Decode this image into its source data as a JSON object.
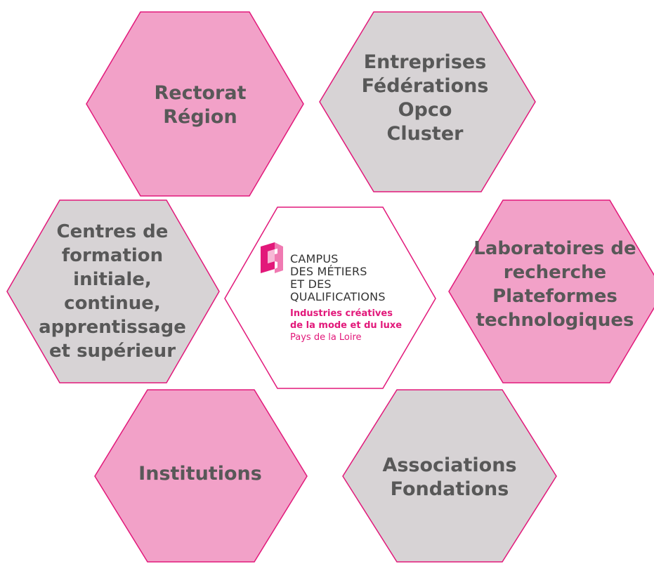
{
  "hexagons": {
    "top_left": {
      "text": "Rectorat\nRégion",
      "fill": "#f2a1c8"
    },
    "top_right": {
      "text": "Entreprises\nFédérations\nOpco\nCluster",
      "fill": "#d7d3d5"
    },
    "middle_left": {
      "text": "Centres de\nformation\ninitiale,\ncontinue,\napprentissage\net supérieur",
      "fill": "#d7d3d5"
    },
    "center": {
      "fill": "#ffffff"
    },
    "middle_right": {
      "text": "Laboratoires de\nrecherche\nPlateformes\ntechnologiques",
      "fill": "#f2a1c8"
    },
    "bottom_left": {
      "text": "Institutions",
      "fill": "#f2a1c8"
    },
    "bottom_right": {
      "text": "Associations\nFondations",
      "fill": "#d7d3d5"
    }
  },
  "logo": {
    "line1": "CAMPUS",
    "line2": "DES MÉTIERS",
    "line3": "ET DES",
    "line4": "QUALIFICATIONS",
    "sub1": "Industries créatives",
    "sub2": "de la mode et du luxe",
    "sub3": "Pays de la Loire"
  },
  "colors": {
    "stroke": "#e2187a",
    "text": "#585858",
    "accent": "#e2187a"
  }
}
